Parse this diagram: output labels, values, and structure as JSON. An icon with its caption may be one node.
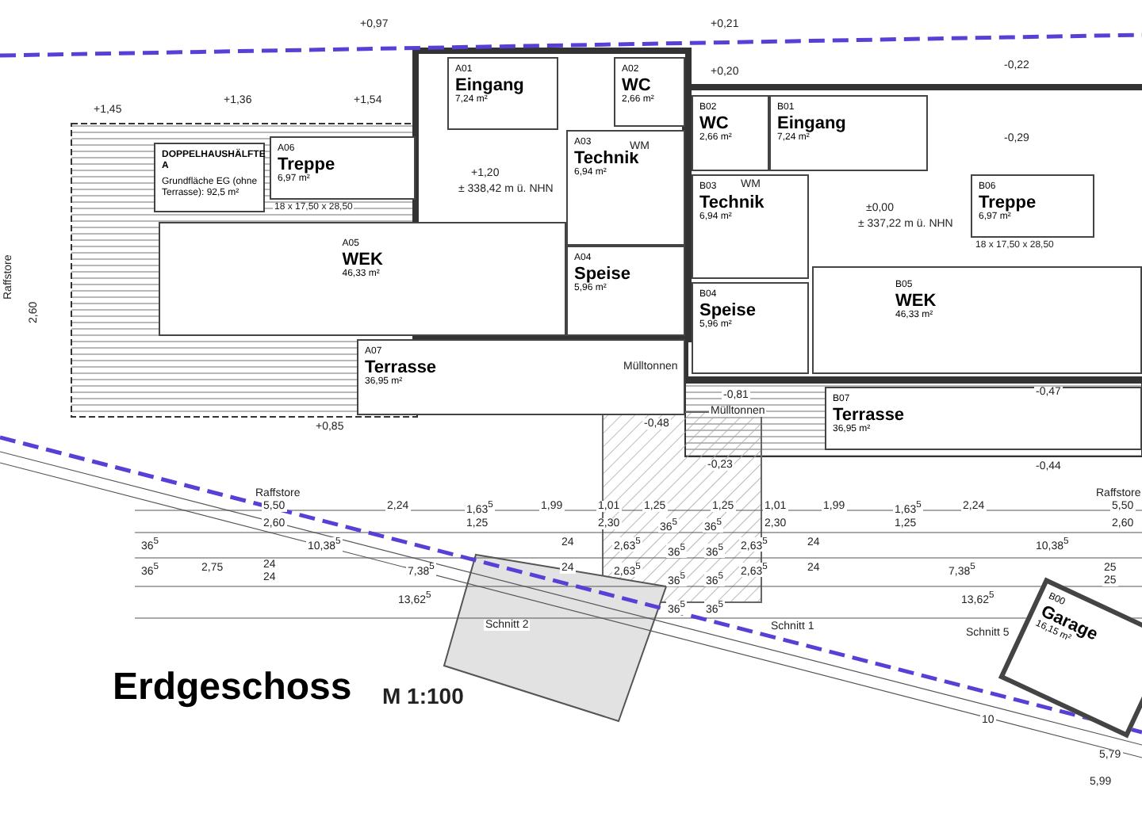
{
  "diagram": {
    "title": "Erdgeschoss",
    "nodes": [
      {
        "text": [
          "A01",
          "Eingang",
          "7,24 m²"
        ]
      },
      {
        "text": [
          "A02",
          "WC",
          "2,66 m²"
        ]
      },
      {
        "text": [
          "A03",
          "Technik",
          "6,94 m²"
        ]
      },
      {
        "text": [
          "A04",
          "Speise",
          "5,96 m²"
        ]
      },
      {
        "text": [
          "A05",
          "WEK",
          "46,33 m²"
        ]
      },
      {
        "text": [
          "A06",
          "Treppe",
          "6,97 m²"
        ],
        "beside": [
          "18 x 17,50 x 28,50"
        ]
      },
      {
        "text": [
          "A07",
          "Terrasse",
          "36,95 m²"
        ]
      },
      {
        "text": [
          "DOPPELHAUSHÄLFTE A",
          "Grundfläche EG (ohne Terrasse): 92,5 m²"
        ]
      },
      {
        "text": [
          "B01",
          "Eingang",
          "7,24 m²"
        ]
      },
      {
        "text": [
          "B02",
          "WC",
          "2,66 m²"
        ]
      },
      {
        "text": [
          "B03",
          "Technik",
          "6,94 m²"
        ]
      },
      {
        "text": [
          "B04",
          "Speise",
          "5,96 m²"
        ]
      },
      {
        "text": [
          "B05",
          "WEK",
          "46,33 m²"
        ]
      },
      {
        "text": [
          "B06",
          "Treppe",
          "6,97 m²"
        ],
        "beside": [
          "18 x 17,50 x 28,50"
        ]
      },
      {
        "text": [
          "B07",
          "Terrasse",
          "36,95 m²"
        ]
      },
      {
        "text": [
          "B00",
          "Garage",
          "16,15 m²"
        ]
      }
    ],
    "labels": [
      "+0,97",
      "+1,45",
      "+1,36",
      "+1,54",
      "+0,21",
      "+0,20",
      "-0,22",
      "-0,29",
      "+1,20",
      "± 338,42 m ü. NHN",
      "±0,00",
      "± 337,22 m ü. NHN",
      "WM",
      "WM",
      "Mülltonnen",
      "Mülltonnen",
      "+0,85",
      "-0,48",
      "-0,81",
      "-0,47",
      "-0,23",
      "-0,44",
      "Raffstore",
      "2,60",
      "Raffstore",
      "Raffstore",
      "5,50",
      "2,24",
      "1,63$^{5}$",
      "1,99",
      "1,01",
      "1,25",
      "1,25",
      "1,01",
      "1,99",
      "1,63$^{5}$",
      "2,24",
      "5,50",
      "2,60",
      "1,25",
      "2,30",
      "36$^{5}$",
      "36$^{5}$",
      "2,30",
      "1,25",
      "2,60",
      "36$^{5}$",
      "10,38$^{5}$",
      "24",
      "2,63$^{5}$",
      "36$^{5}$",
      "36$^{5}$",
      "2,63$^{5}$",
      "24",
      "10,38$^{5}$",
      "36$^{5}$",
      "2,75",
      "24",
      "24",
      "7,38$^{5}$",
      "24",
      "2,63$^{5}$",
      "36$^{5}$",
      "36$^{5}$",
      "2,63$^{5}$",
      "24",
      "7,38$^{5}$",
      "25",
      "25",
      "13,62$^{5}$",
      "36$^{5}$",
      "36$^{5}$",
      "13,62$^{5}$",
      "Schnitt 2",
      "Schnitt 1",
      "Schnitt 5",
      "10",
      "5,79",
      "5,99",
      "M 1:100"
    ]
  }
}
